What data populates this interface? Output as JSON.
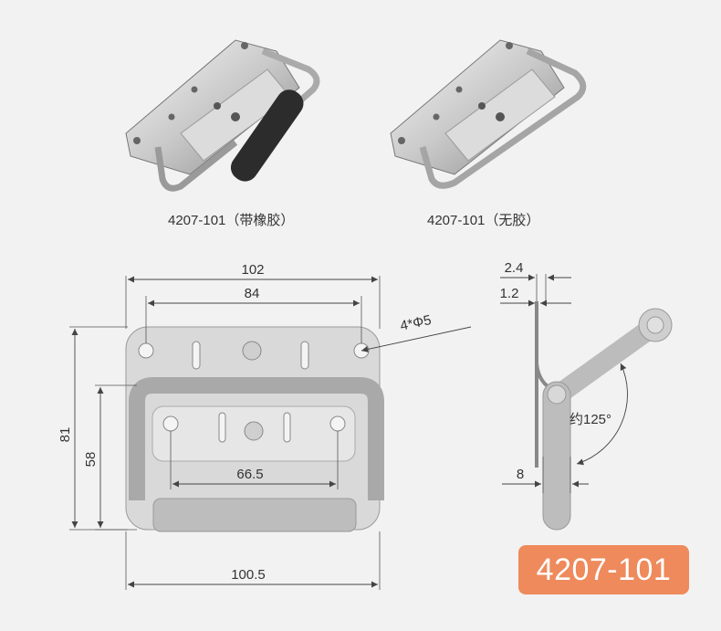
{
  "products": [
    {
      "caption": "4207-101（带橡胶）"
    },
    {
      "caption": "4207-101（无胶）"
    }
  ],
  "front_view": {
    "overall_width": "102",
    "hole_spacing": "84",
    "hole_callout": "4*Φ5",
    "overall_height": "81",
    "handle_height": "58",
    "lower_hole_spacing": "66.5",
    "handle_width": "100.5"
  },
  "side_view": {
    "thickness_total": "2.4",
    "plate_thickness": "1.2",
    "rod_diameter": "8",
    "rotation_angle": "约125°"
  },
  "model_number": "4207-101"
}
